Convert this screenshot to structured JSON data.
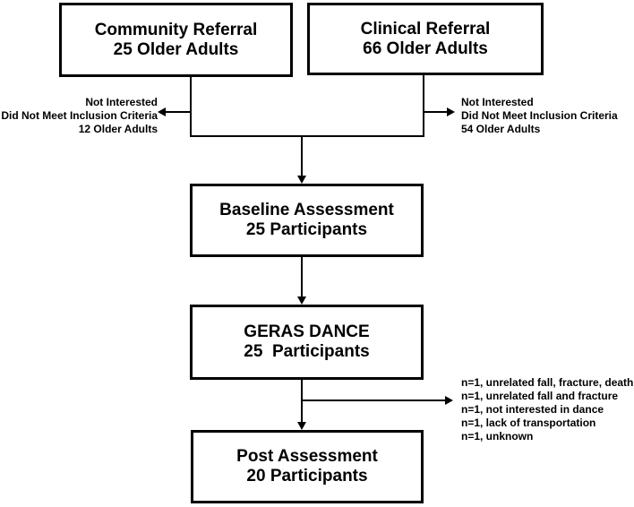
{
  "flowchart": {
    "boxes": {
      "community": {
        "line1": "Community Referral",
        "line2": "25 Older Adults"
      },
      "clinical": {
        "line1": "Clinical Referral",
        "line2": "66 Older Adults"
      },
      "baseline": {
        "line1": "Baseline Assessment",
        "line2": "25 Participants"
      },
      "geras": {
        "line1": "GERAS DANCE",
        "line2": "25  Participants"
      },
      "post": {
        "line1": "Post Assessment",
        "line2": "20 Participants"
      }
    },
    "left_exclusion": {
      "lines": [
        "Not Interested",
        "Did Not Meet Inclusion Criteria",
        "12 Older Adults"
      ]
    },
    "right_exclusion": {
      "lines": [
        "Not Interested",
        "Did Not Meet Inclusion Criteria",
        "54 Older Adults"
      ]
    },
    "dropouts": {
      "lines": [
        "n=1, unrelated fall, fracture, death",
        "n=1, unrelated fall and fracture",
        "n=1, not interested in dance",
        "n=1, lack of transportation",
        "n=1, unknown"
      ]
    },
    "colors": {
      "ink": "#000000",
      "paper": "#ffffff"
    }
  }
}
